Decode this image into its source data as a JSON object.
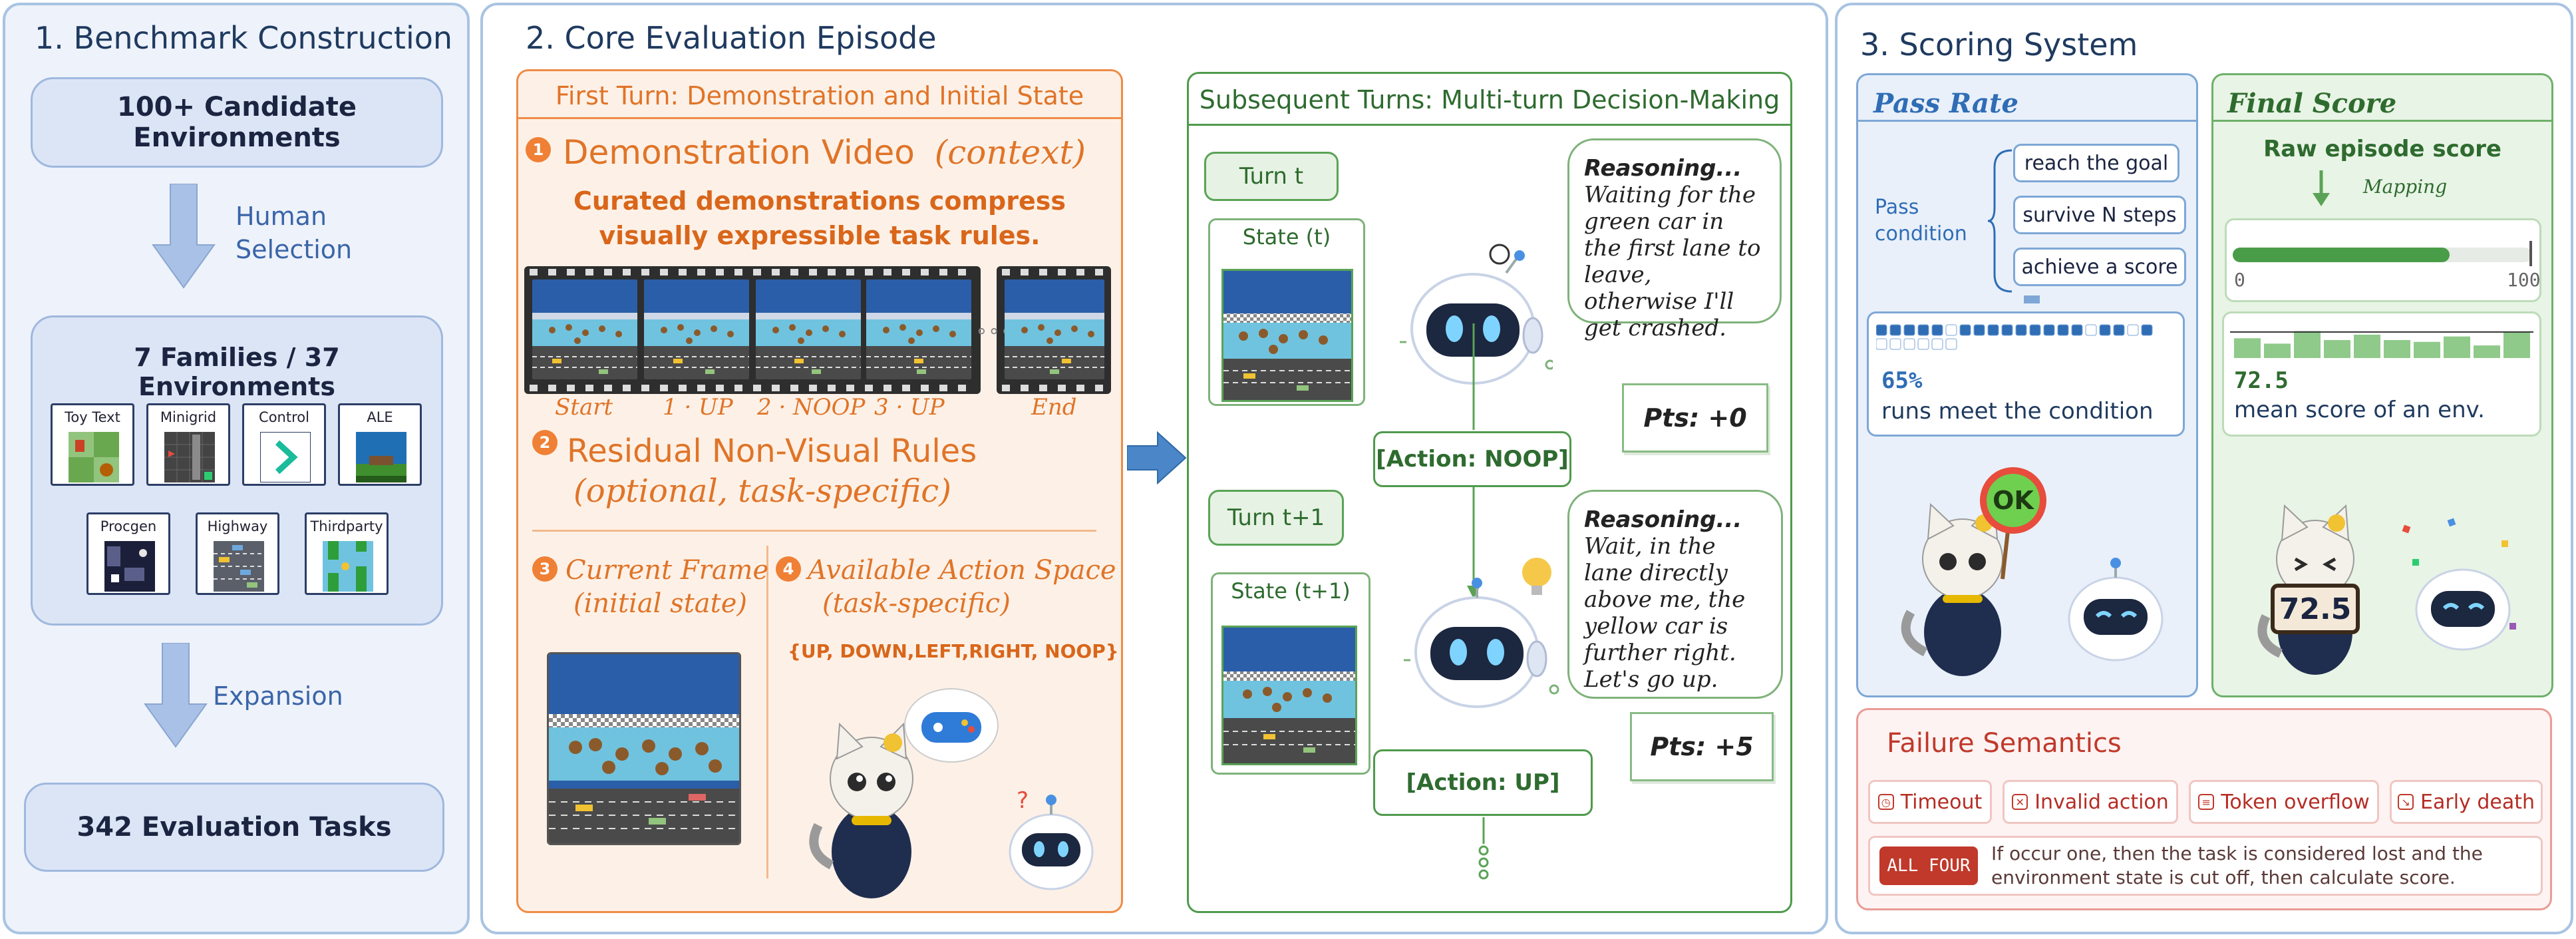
{
  "section1": {
    "title": "1. Benchmark Construction",
    "candidates": "100+ Candidate Environments",
    "human_selection": "Human\nSelection",
    "families": "7 Families / 37 Environments",
    "envs": [
      "Toy Text",
      "Minigrid",
      "Control",
      "ALE",
      "Procgen",
      "Highway",
      "Thirdparty"
    ],
    "expansion": "Expansion",
    "tasks": "342 Evaluation Tasks"
  },
  "section2": {
    "title": "2. Core Evaluation Episode",
    "first_turn_header": "First Turn: Demonstration and Initial State",
    "demo_title": "Demonstration Video",
    "demo_context": "(context)",
    "demo_desc": "Curated demonstrations compress\nvisually expressible task rules.",
    "frame_labels": [
      "Start",
      "1 · UP",
      "2 · NOOP",
      "3 · UP",
      "End"
    ],
    "residual_title": "Residual Non-Visual Rules",
    "residual_sub": "(optional, task-specific)",
    "current_frame_title": "Current Frame",
    "current_frame_sub": "(initial state)",
    "action_space_title": "Available Action Space",
    "action_space_sub": "(task-specific)",
    "action_space": "{UP, DOWN,LEFT,RIGHT, NOOP}",
    "numbers": [
      "1",
      "2",
      "3",
      "4"
    ],
    "subsequent_header": "Subsequent Turns: Multi-turn Decision-Making",
    "turn_t": "Turn t",
    "state_t": "State (t)",
    "reasoning_label": "Reasoning...",
    "reasoning_t": "Waiting for the green car in the first lane to leave, otherwise I'll get crashed.",
    "pts_t": "Pts: +0",
    "action_t": "[Action: NOOP]",
    "turn_t1": "Turn t+1",
    "state_t1": "State (t+1)",
    "reasoning_t1": "Wait, in the lane directly above me, the yellow car is further right. Let's go up.",
    "pts_t1": "Pts: +5",
    "action_t1": "[Action: UP]"
  },
  "section3": {
    "title": "3. Scoring System",
    "pass_rate": "Pass Rate",
    "pass_condition": "Pass\ncondition",
    "conditions": [
      "reach the goal",
      "survive N steps",
      "achieve a score"
    ],
    "pass_pct": "65%",
    "pass_desc": "runs meet the condition",
    "pass_fraction": 0.65,
    "final_score": "Final Score",
    "raw_score": "Raw episode score",
    "mapping": "Mapping",
    "scale_min": "0",
    "scale_max": "100",
    "score_fraction": 0.725,
    "score_value": "72.5",
    "score_desc": "mean score of an env.",
    "ok_sign": "OK",
    "score_sign": "72.5",
    "failure_title": "Failure Semantics",
    "failures": [
      "Timeout",
      "Invalid action",
      "Token overflow",
      "Early death"
    ],
    "all_four": "ALL FOUR",
    "all_four_desc": "If occur one, then the task is considered lost and the environment state is cut off, then calculate score."
  },
  "colors": {
    "navy": "#1f3a5f",
    "orange": "#e07428",
    "green": "#2e6b2f",
    "blue_accent": "#2f6db5",
    "red": "#c0392b"
  }
}
